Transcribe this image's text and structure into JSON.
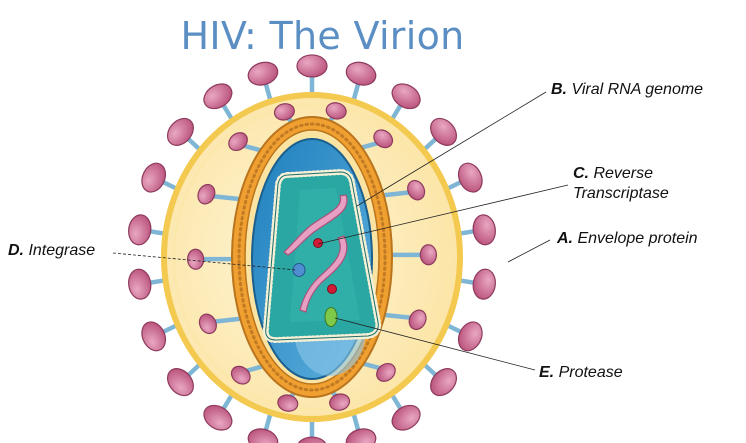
{
  "title": "HIV: The Virion",
  "labels": {
    "b": {
      "letter": "B.",
      "text": "Viral RNA genome"
    },
    "c": {
      "letter": "C.",
      "text": "Reverse",
      "text2": "Transcriptase"
    },
    "a": {
      "letter": "A.",
      "text": "Envelope protein"
    },
    "d": {
      "letter": "D.",
      "text": "Integrase"
    },
    "e": {
      "letter": "E.",
      "text": "Protease"
    }
  },
  "colors": {
    "title": "#5b8fc4",
    "envelope_fill": "#fdeebd",
    "envelope_ring": "#f3c94f",
    "matrix_orange": "#f0a030",
    "capsid_blue": "#2f8fc4",
    "core_teal": "#2aa7a3",
    "spike_head": "#c25d86",
    "spike_stem": "#7fb6d6",
    "rna": "#e7a0c4",
    "integrase": "#4f8fd1",
    "protease": "#7ec84a",
    "rt": "#d01a36"
  }
}
